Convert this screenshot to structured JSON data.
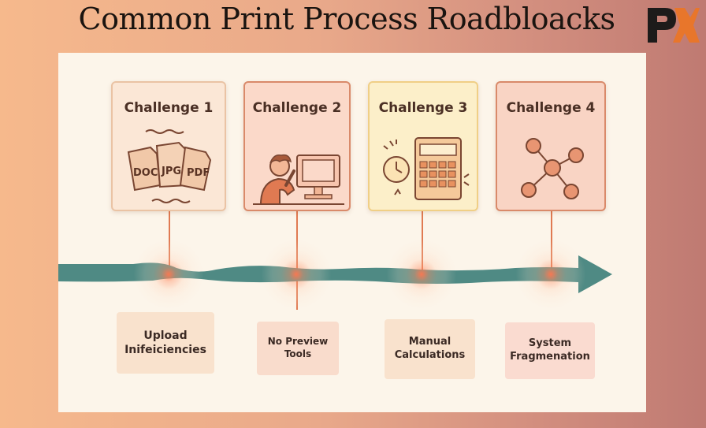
{
  "title": "Common Print Process Roadbloacks",
  "logo": {
    "text": "PX",
    "accent": "#e8762b"
  },
  "challenges": [
    {
      "title": "Challenge 1",
      "icon": "file-formats-icon",
      "icon_labels": [
        "DOC",
        "JPG",
        "PDF"
      ],
      "label": "Upload\nInifeiciencies"
    },
    {
      "title": "Challenge 2",
      "icon": "frustrated-person-at-computer-icon",
      "label": "No Preview\nTools"
    },
    {
      "title": "Challenge 3",
      "icon": "clock-calculator-icon",
      "label": "Manual\nCalculations"
    },
    {
      "title": "Challenge 4",
      "icon": "network-nodes-icon",
      "label": "System\nFragmenation"
    }
  ],
  "colors": {
    "timeline": "#4f8a84",
    "accent": "#e07a52",
    "card_1": "#fbe7d6",
    "card_2": "#fbd9c9",
    "card_3": "#fcefc9",
    "card_4": "#f9d4c4"
  }
}
